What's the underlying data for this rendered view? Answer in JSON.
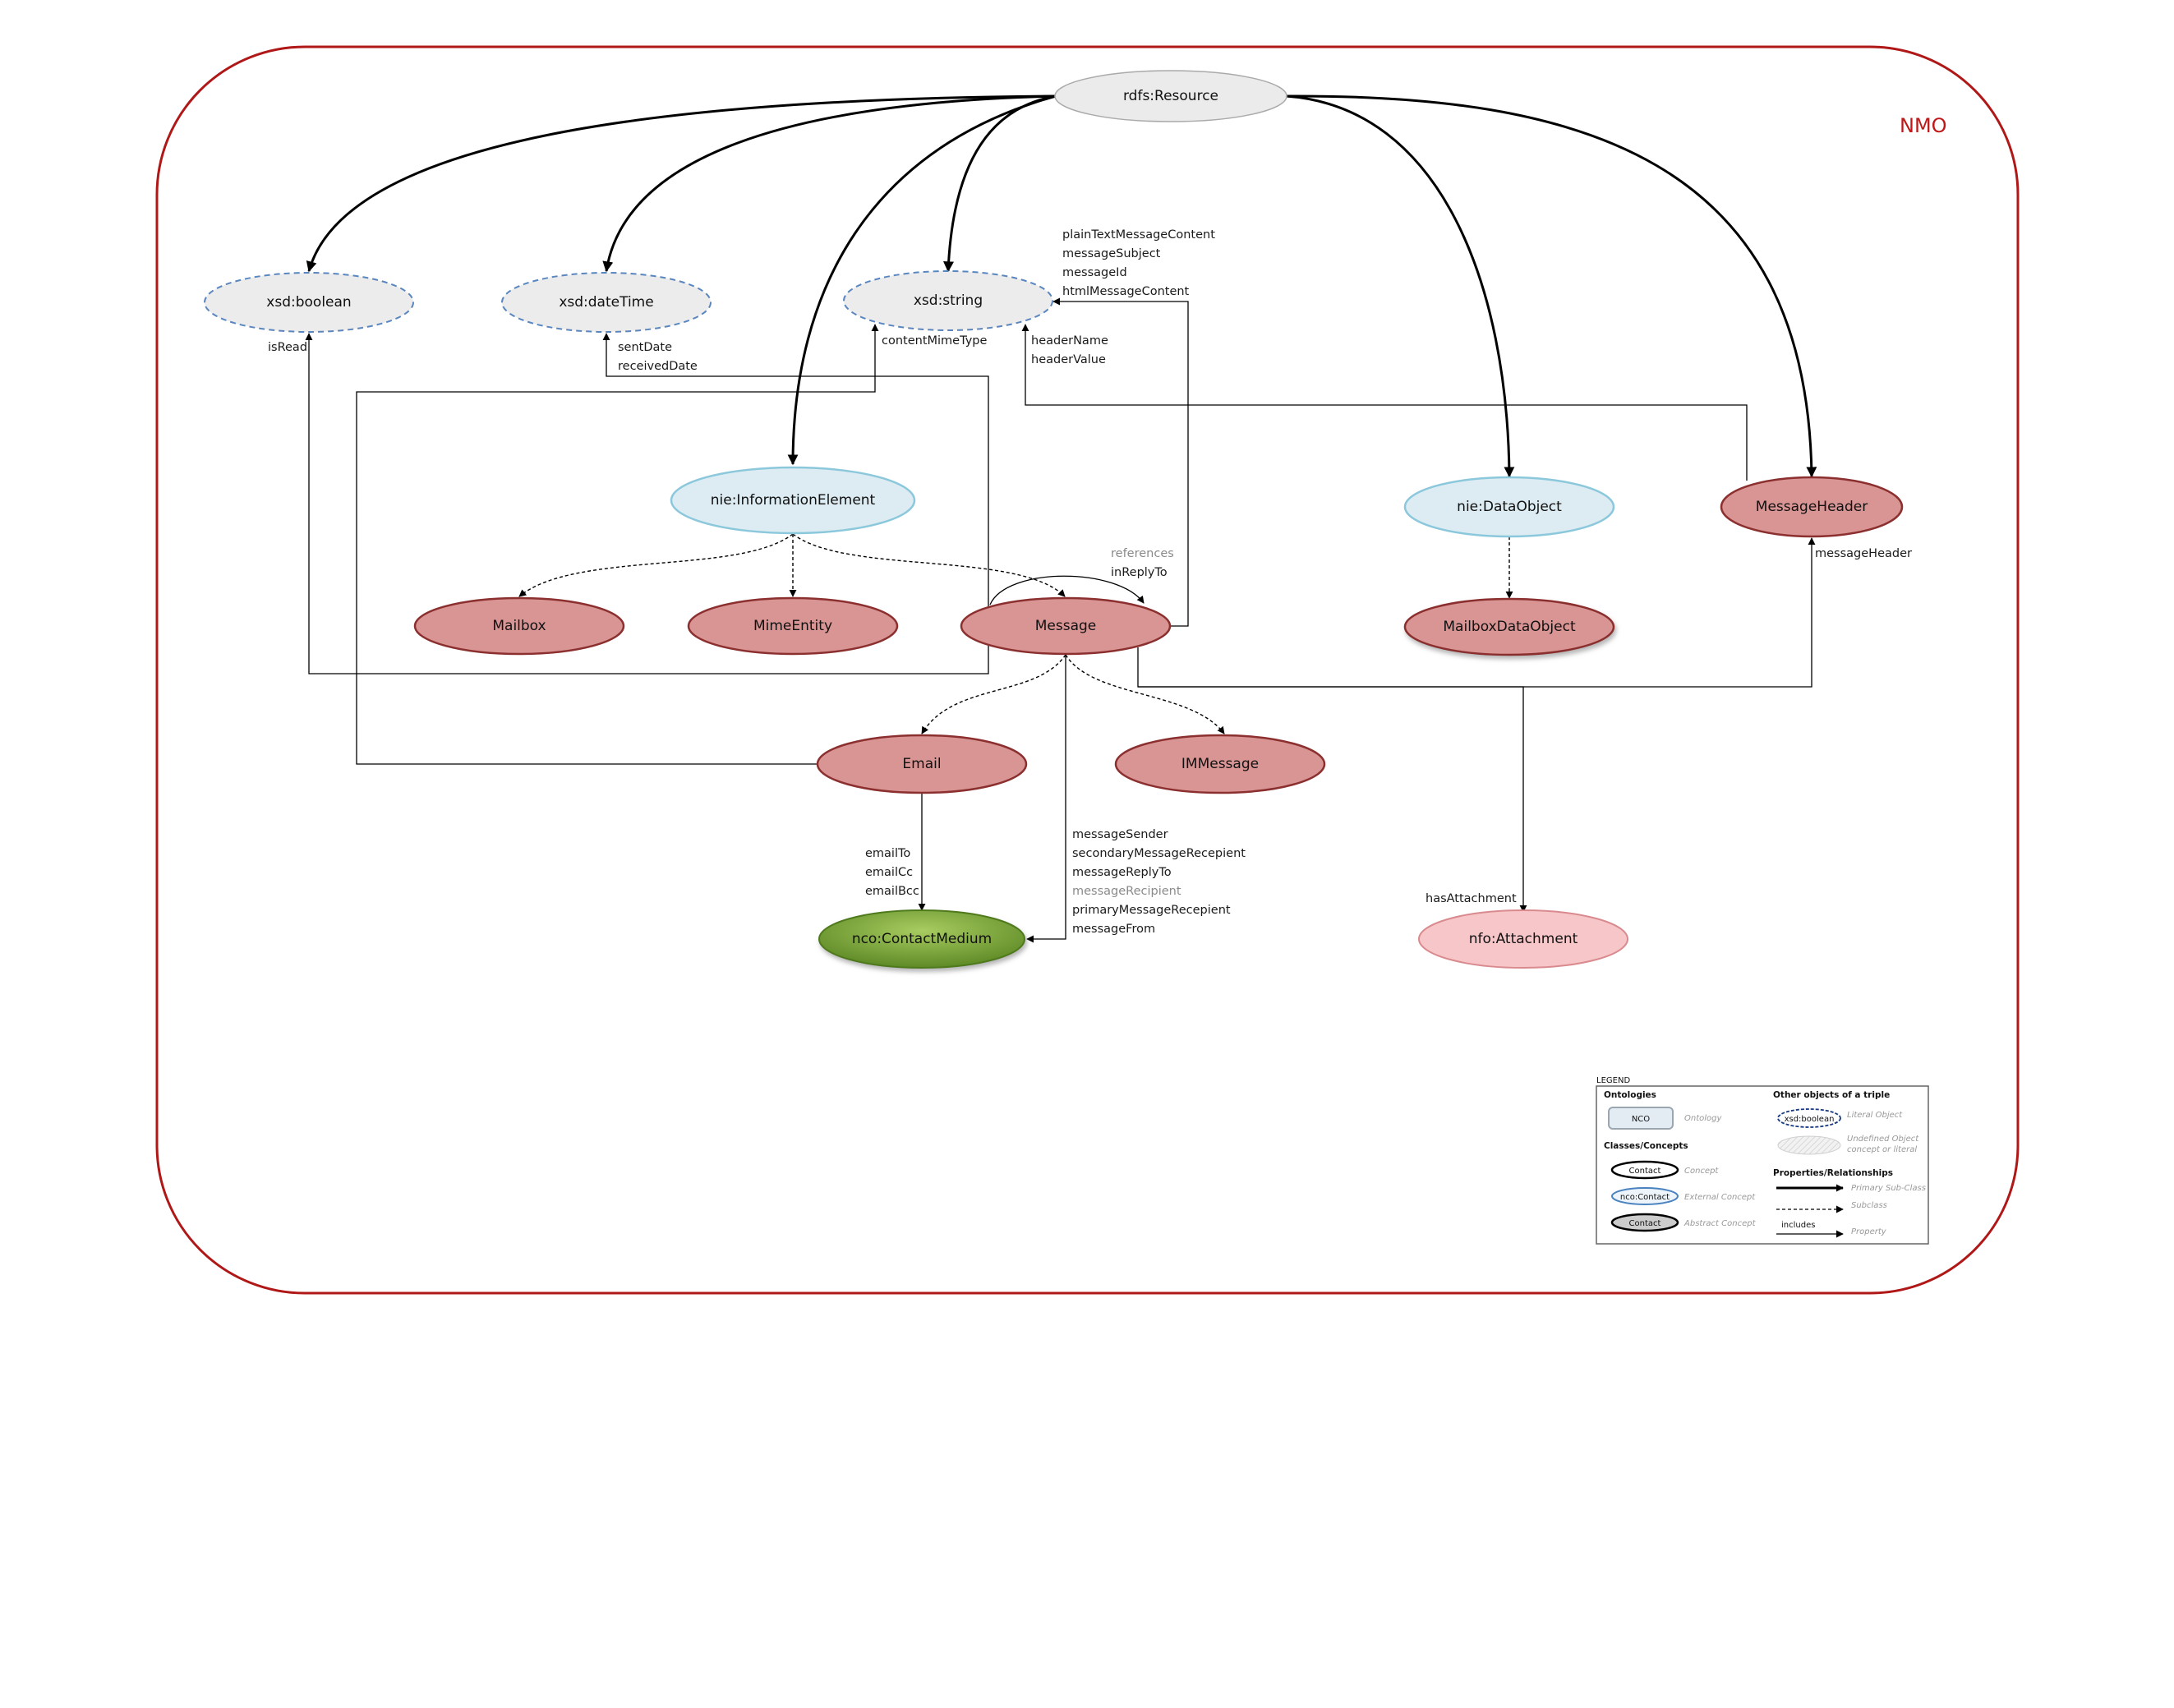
{
  "title": "NMO",
  "nodes": {
    "rdfs_resource": "rdfs:Resource",
    "xsd_boolean": "xsd:boolean",
    "xsd_datetime": "xsd:dateTime",
    "xsd_string": "xsd:string",
    "nie_information_element": "nie:InformationElement",
    "nie_data_object": "nie:DataObject",
    "message_header": "MessageHeader",
    "mailbox": "Mailbox",
    "mime_entity": "MimeEntity",
    "message": "Message",
    "mailbox_data_object": "MailboxDataObject",
    "email": "Email",
    "im_message": "IMMessage",
    "contact_medium": "nco:ContactMedium",
    "attachment": "nfo:Attachment"
  },
  "labels": {
    "is_read": "isRead",
    "sent_date": "sentDate",
    "received_date": "receivedDate",
    "content_mime_type": "contentMimeType",
    "header_name": "headerName",
    "header_value": "headerValue",
    "plain_text_message_content": "plainTextMessageContent",
    "message_subject": "messageSubject",
    "message_id": "messageId",
    "html_message_content": "htmlMessageContent",
    "references": "references",
    "in_reply_to": "inReplyTo",
    "message_header_prop": "messageHeader",
    "email_to": "emailTo",
    "email_cc": "emailCc",
    "email_bcc": "emailBcc",
    "message_sender": "messageSender",
    "secondary_message_recepient": "secondaryMessageRecepient",
    "message_reply_to": "messageReplyTo",
    "message_recipient": "messageRecipient",
    "primary_message_recepient": "primaryMessageRecepient",
    "message_from": "messageFrom",
    "has_attachment": "hasAttachment"
  },
  "legend": {
    "title": "LEGEND",
    "ontologies_heading": "Ontologies",
    "ontology_sample": "NCO",
    "ontology_desc": "Ontology",
    "classes_heading": "Classes/Concepts",
    "concept_sample": "Contact",
    "concept_desc": "Concept",
    "external_sample": "nco:Contact",
    "external_desc": "External Concept",
    "abstract_sample": "Contact",
    "abstract_desc": "Abstract Concept",
    "other_heading": "Other objects of a triple",
    "literal_sample": "xsd:boolean",
    "literal_desc": "Literal Object",
    "undefined_desc_1": "Undefined Object",
    "undefined_desc_2": "concept or literal",
    "properties_heading": "Properties/Relationships",
    "primary_desc": "Primary Sub-Class",
    "subclass_desc": "Subclass",
    "includes_sample": "includes",
    "property_desc": "Property"
  },
  "colors": {
    "frame": "#b01818",
    "class_fill": "#d99494",
    "class_stroke": "#8b2f2f",
    "external_fill": "#dcecf2",
    "external_stroke": "#8cc8dc",
    "literal_fill": "#ececec",
    "literal_stroke": "#5a86c0",
    "contact_medium": "#7aa43a",
    "attachment_fill": "#f7c6c8"
  }
}
